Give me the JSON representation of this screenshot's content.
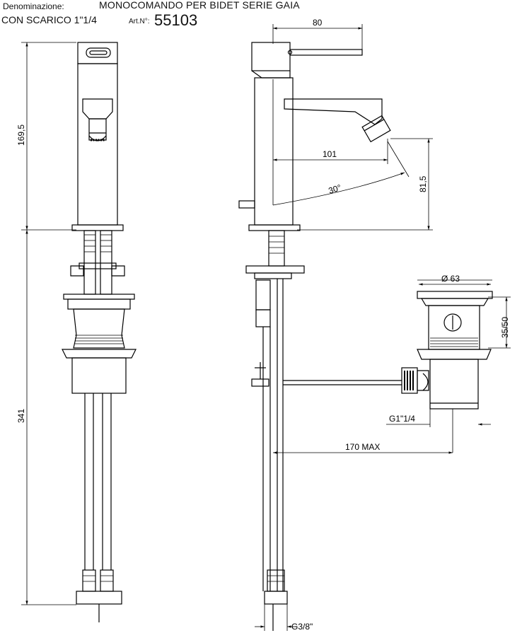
{
  "header": {
    "denomination_label": "Denominazione:",
    "title_line1": "MONOCOMANDO PER BIDET SERIE GAIA",
    "title_line2": "CON SCARICO 1\"1/4",
    "article_label": "Art.N°:",
    "article_number": "55103"
  },
  "dimensions": {
    "spout_length": "80",
    "body_height": "169,5",
    "total_height_below": "341",
    "reach": "101",
    "angle": "30°",
    "jet_height": "81,5",
    "drain_diameter": "Ø 63",
    "drain_height": "35/50",
    "drain_thread": "G1\"1/4",
    "rod_max": "170 MAX",
    "hose_thread": "G3/8\""
  }
}
